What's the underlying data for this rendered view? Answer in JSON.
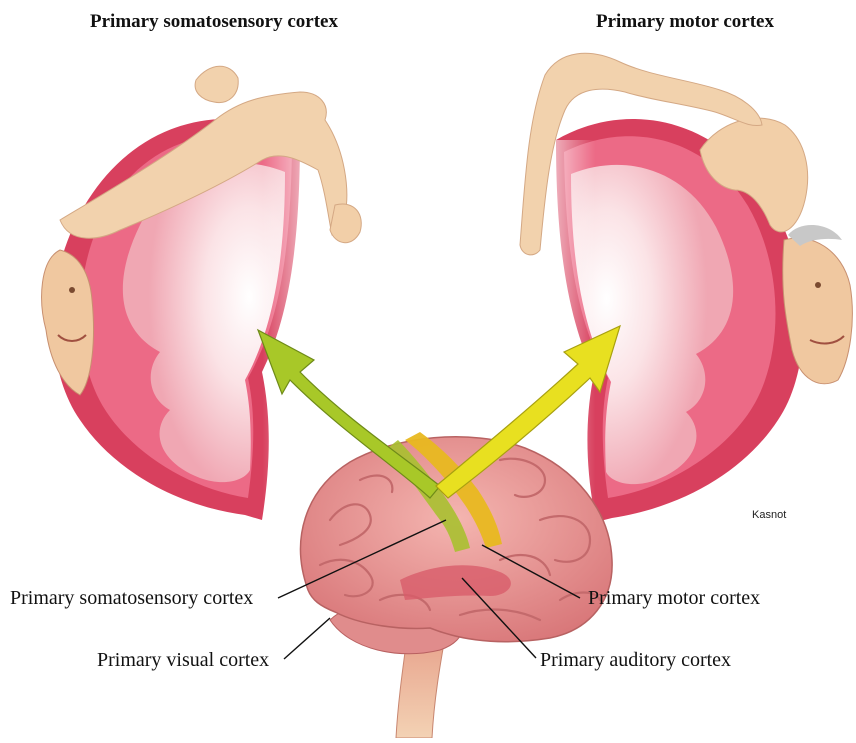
{
  "titles": {
    "left": "Primary somatosensory cortex",
    "right": "Primary motor cortex"
  },
  "callouts": {
    "somatosensory": "Primary somatosensory cortex",
    "motor": "Primary motor cortex",
    "visual": "Primary visual cortex",
    "auditory": "Primary auditory cortex"
  },
  "signature": "Kasnot",
  "colors": {
    "cortex_pink": "#e8506e",
    "cortex_deep": "#c8304e",
    "skin": "#f2cfa8",
    "brain": "#e89a98",
    "somatosensory_strip": "#a8c030",
    "motor_strip": "#e8b820",
    "arrow_green": "#a8c828",
    "arrow_yellow": "#e8e020"
  }
}
